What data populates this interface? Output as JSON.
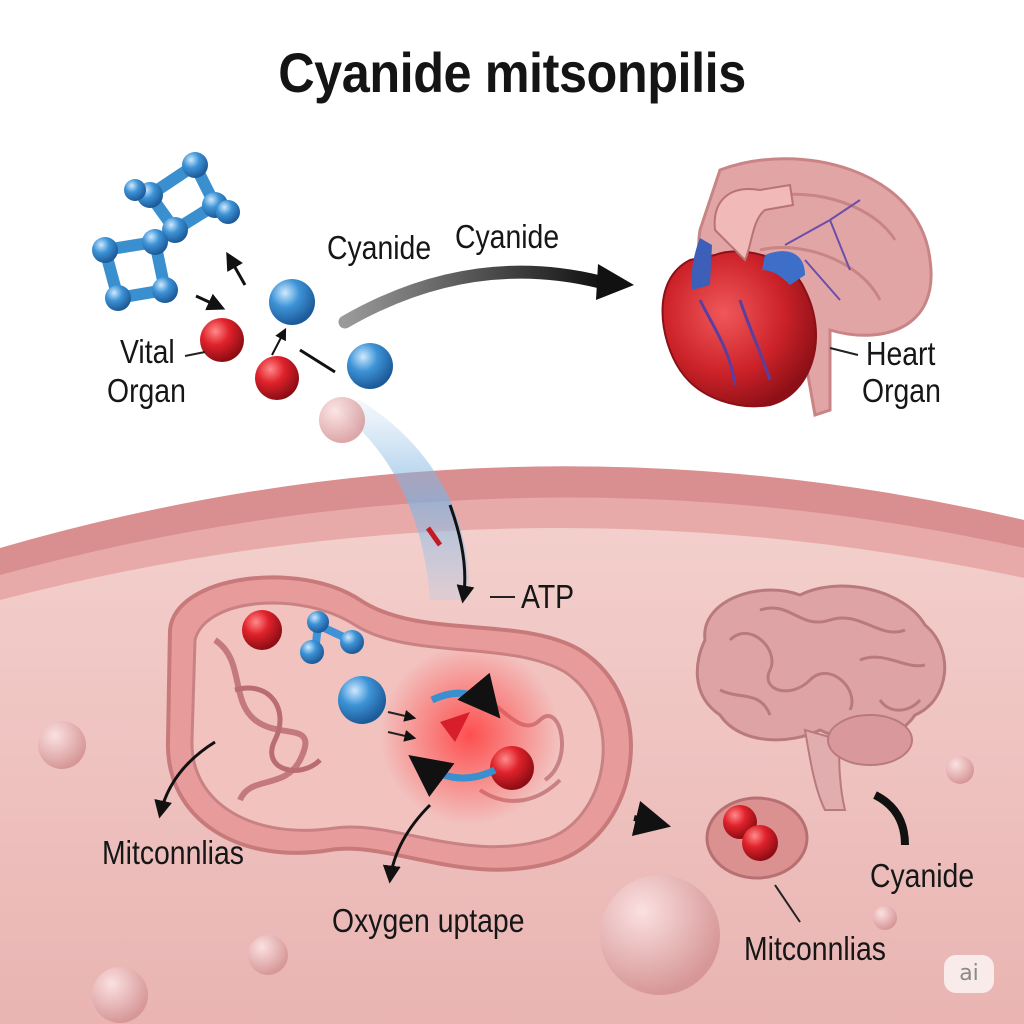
{
  "title": "Cyanide mitsonpilis",
  "labels": {
    "cyanide_left": "Cyanide",
    "cyanide_right": "Cyanide",
    "vital_organ_line1": "Vital",
    "vital_organ_line2": "Organ",
    "heart_organ_line1": "Heart",
    "heart_organ_line2": "Organ",
    "atp": "ATP",
    "mitochondria_left": "Mitconnlias",
    "oxygen_uptake": "Oxygen uptape",
    "mitochondria_right": "Mitconnlias",
    "cyanide_bottom": "Cyanide"
  },
  "watermark": "ai",
  "colors": {
    "cell_membrane": "#d98f90",
    "cytoplasm": "#efc4c1",
    "oxygen_red": "#d81e2a",
    "cyanide_blue": "#3a8fcf",
    "heart_red": "#c8242b",
    "brain_pink": "#dda3a5"
  }
}
